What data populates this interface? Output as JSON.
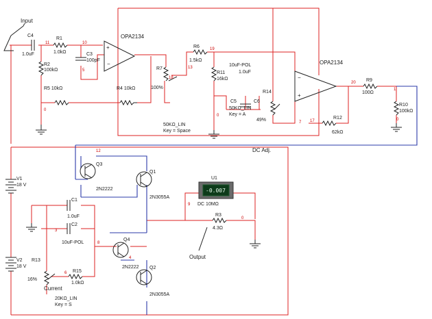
{
  "labels": {
    "input": "Input",
    "output": "Output",
    "current": "Current",
    "dc_adj": "DC Adj."
  },
  "components": {
    "opamp1": "OPA2134",
    "opamp2": "OPA2134",
    "c4_name": "C4",
    "c4_val": "1.0uF",
    "r1_name": "R1",
    "r1_val": "1.0kΩ",
    "r2_name": "R2",
    "r2_val": "100kΩ",
    "c3_name": "C3",
    "c3_val": "100pF",
    "r5": "R5  10kΩ",
    "r4": "R4  10kΩ",
    "r6_name": "R6",
    "r6_val": "1.5kΩ",
    "r7_name": "R7",
    "r7_pct": "100%",
    "r7_desc1": "50KΩ_LIN",
    "r7_desc2": "Key = Space",
    "r11_name": "R11",
    "r11_val": "16kΩ",
    "c_pol_note": "10uF-POL",
    "c_pol_val": "1.0uF",
    "c5_name": "C5",
    "c5_desc1": "50KΩ_LIN",
    "c5_desc2": "Key = A",
    "c6_name": "C6",
    "r14_name": "R14",
    "r14_pct": "49%",
    "r12_name": "R12",
    "r12_val": "62kΩ",
    "r9_name": "R9",
    "r9_val": "100Ω",
    "r10_name": "R10",
    "r10_val": "100kΩ",
    "v1_name": "V1",
    "v1_val": "18 V",
    "v2_name": "V2",
    "v2_val": "18 V",
    "q3_name": "Q3",
    "q3_type": "2N2222",
    "q1_name": "Q1",
    "q1_type": "2N3055A",
    "q4_name": "Q4",
    "q4_type": "2N2222",
    "q2_name": "Q2",
    "q2_type": "2N3055A",
    "c1_name": "C1",
    "c1_val": "1.0uF",
    "c2_name": "C2",
    "c2_val": "10uF-POL",
    "r13_name": "R13",
    "r13_pct": "16%",
    "r13_desc1": "20KΩ_LIN",
    "r13_desc2": "Key = S",
    "r15_name": "R15",
    "r15_val": "1.0kΩ",
    "r3_name": "R3",
    "r3_val": "4.3Ω",
    "u1_name": "U1",
    "u1_reading": "-0.007",
    "u1_mode": "DC  10MΩ"
  },
  "nets": {
    "n11": "11",
    "n10": "10",
    "n5": "5",
    "n0a": "0",
    "n18": "18",
    "n13": "13",
    "n19": "19",
    "n0b": "0",
    "n7": "7",
    "n17": "17",
    "n20": "20",
    "n1": "1",
    "n0c": "0",
    "n12": "12",
    "n9": "9",
    "n0d": "0",
    "n3": "3",
    "n8": "8",
    "n4": "4",
    "n6": "6"
  },
  "colors": {
    "wire": "#dd2222",
    "bus": "#2a3aa8",
    "meter_bg": "#0d3b1a"
  }
}
